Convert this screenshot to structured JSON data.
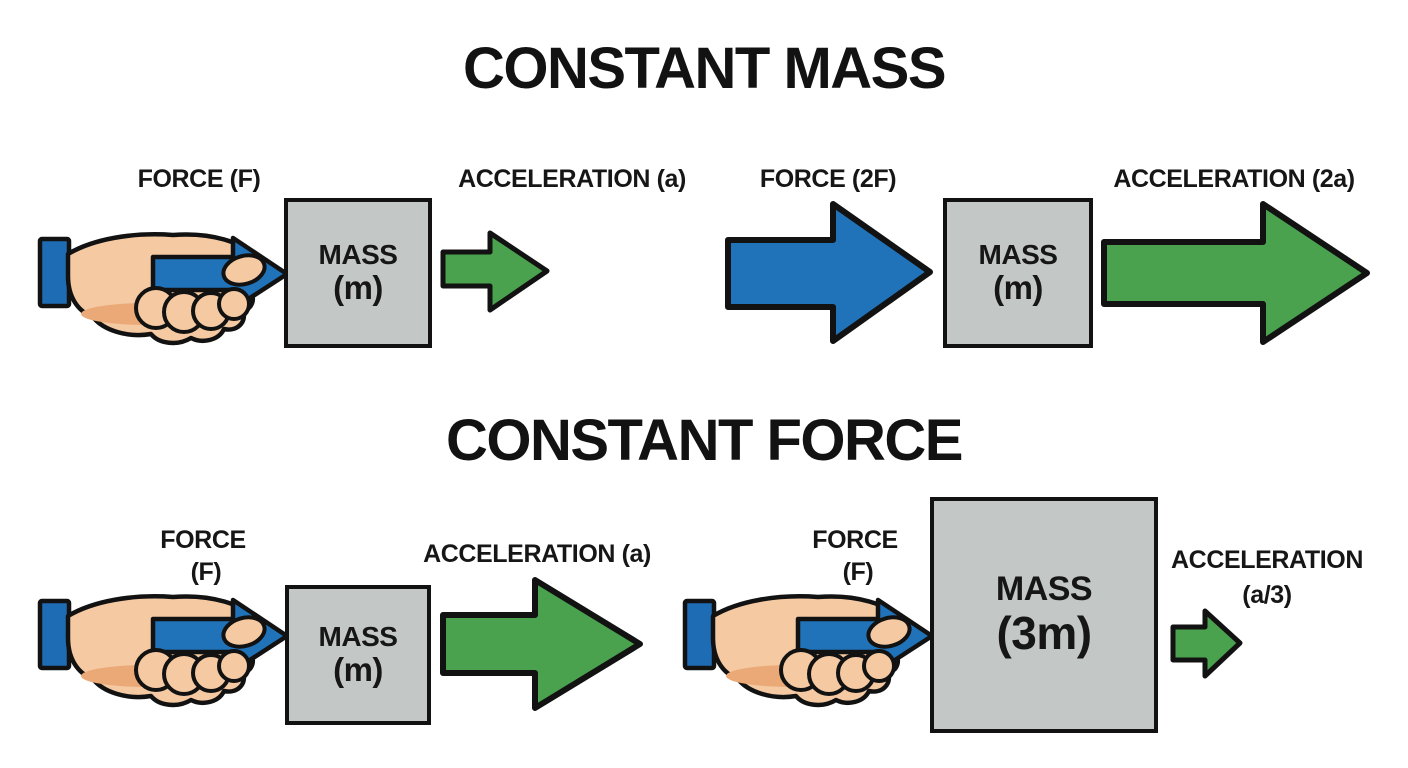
{
  "colors": {
    "force_arrow_blue": "#2173b9",
    "cuff_blue": "#1e6db4",
    "acceleration_green": "#4aa24f",
    "mass_box_gray": "#c3c7c5",
    "outline_black": "#121212",
    "skin_light": "#f5c9a2",
    "skin_shade": "#eaa977",
    "background": "#ffffff"
  },
  "sections": [
    {
      "title": "CONSTANT MASS",
      "panels": [
        {
          "force_label": "FORCE (F)",
          "acceleration_label": "ACCELERATION (a)",
          "mass_line1": "MASS",
          "mass_line2": "(m)"
        },
        {
          "force_label": "FORCE (2F)",
          "acceleration_label": "ACCELERATION (2a)",
          "mass_line1": "MASS",
          "mass_line2": "(m)"
        }
      ]
    },
    {
      "title": "CONSTANT FORCE",
      "panels": [
        {
          "force_label_line1": "FORCE",
          "force_label_line2": "(F)",
          "acceleration_label": "ACCELERATION (a)",
          "mass_line1": "MASS",
          "mass_line2": "(m)"
        },
        {
          "force_label_line1": "FORCE",
          "force_label_line2": "(F)",
          "acceleration_label_line1": "ACCELERATION",
          "acceleration_label_line2": "(a/3)",
          "mass_line1": "MASS",
          "mass_line2": "(3m)"
        }
      ]
    }
  ]
}
